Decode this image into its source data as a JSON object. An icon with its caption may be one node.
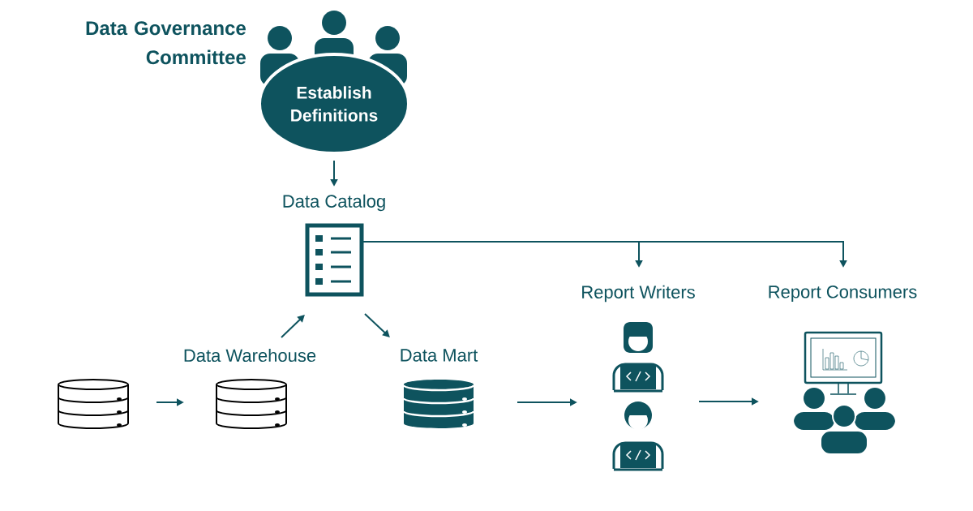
{
  "diagram": {
    "nodes": [
      {
        "text": [
          "Data Governance Committee",
          "Establish Definitions"
        ]
      },
      {
        "text": [
          "Data Catalog"
        ]
      },
      {
        "text": [],
        "shape": "cylinder"
      },
      {
        "text": [
          "Data Warehouse"
        ]
      },
      {
        "text": [
          "Data Mart"
        ]
      },
      {
        "text": [
          "Report Writers"
        ]
      },
      {
        "text": [
          "Report Consumers"
        ]
      }
    ],
    "edges": [
      {
        "from": 0,
        "to": 1,
        "arrow": "to"
      },
      {
        "from": 2,
        "to": 3,
        "arrow": "to"
      },
      {
        "from": 3,
        "to": 1,
        "arrow": "to"
      },
      {
        "from": 1,
        "to": 4,
        "arrow": "to"
      },
      {
        "from": 4,
        "to": 5,
        "arrow": "to"
      },
      {
        "from": 5,
        "to": 6,
        "arrow": "to"
      },
      {
        "from": 1,
        "to": 5,
        "arrow": "to"
      },
      {
        "from": 1,
        "to": 6,
        "arrow": "to"
      }
    ]
  }
}
